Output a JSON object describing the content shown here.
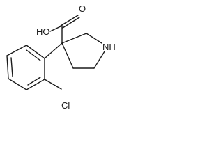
{
  "molecule": {
    "atoms": {
      "carboxylic_oh": "HO",
      "carbonyl_o": "O",
      "amine_nh": "NH",
      "chlorine": "Cl"
    }
  }
}
